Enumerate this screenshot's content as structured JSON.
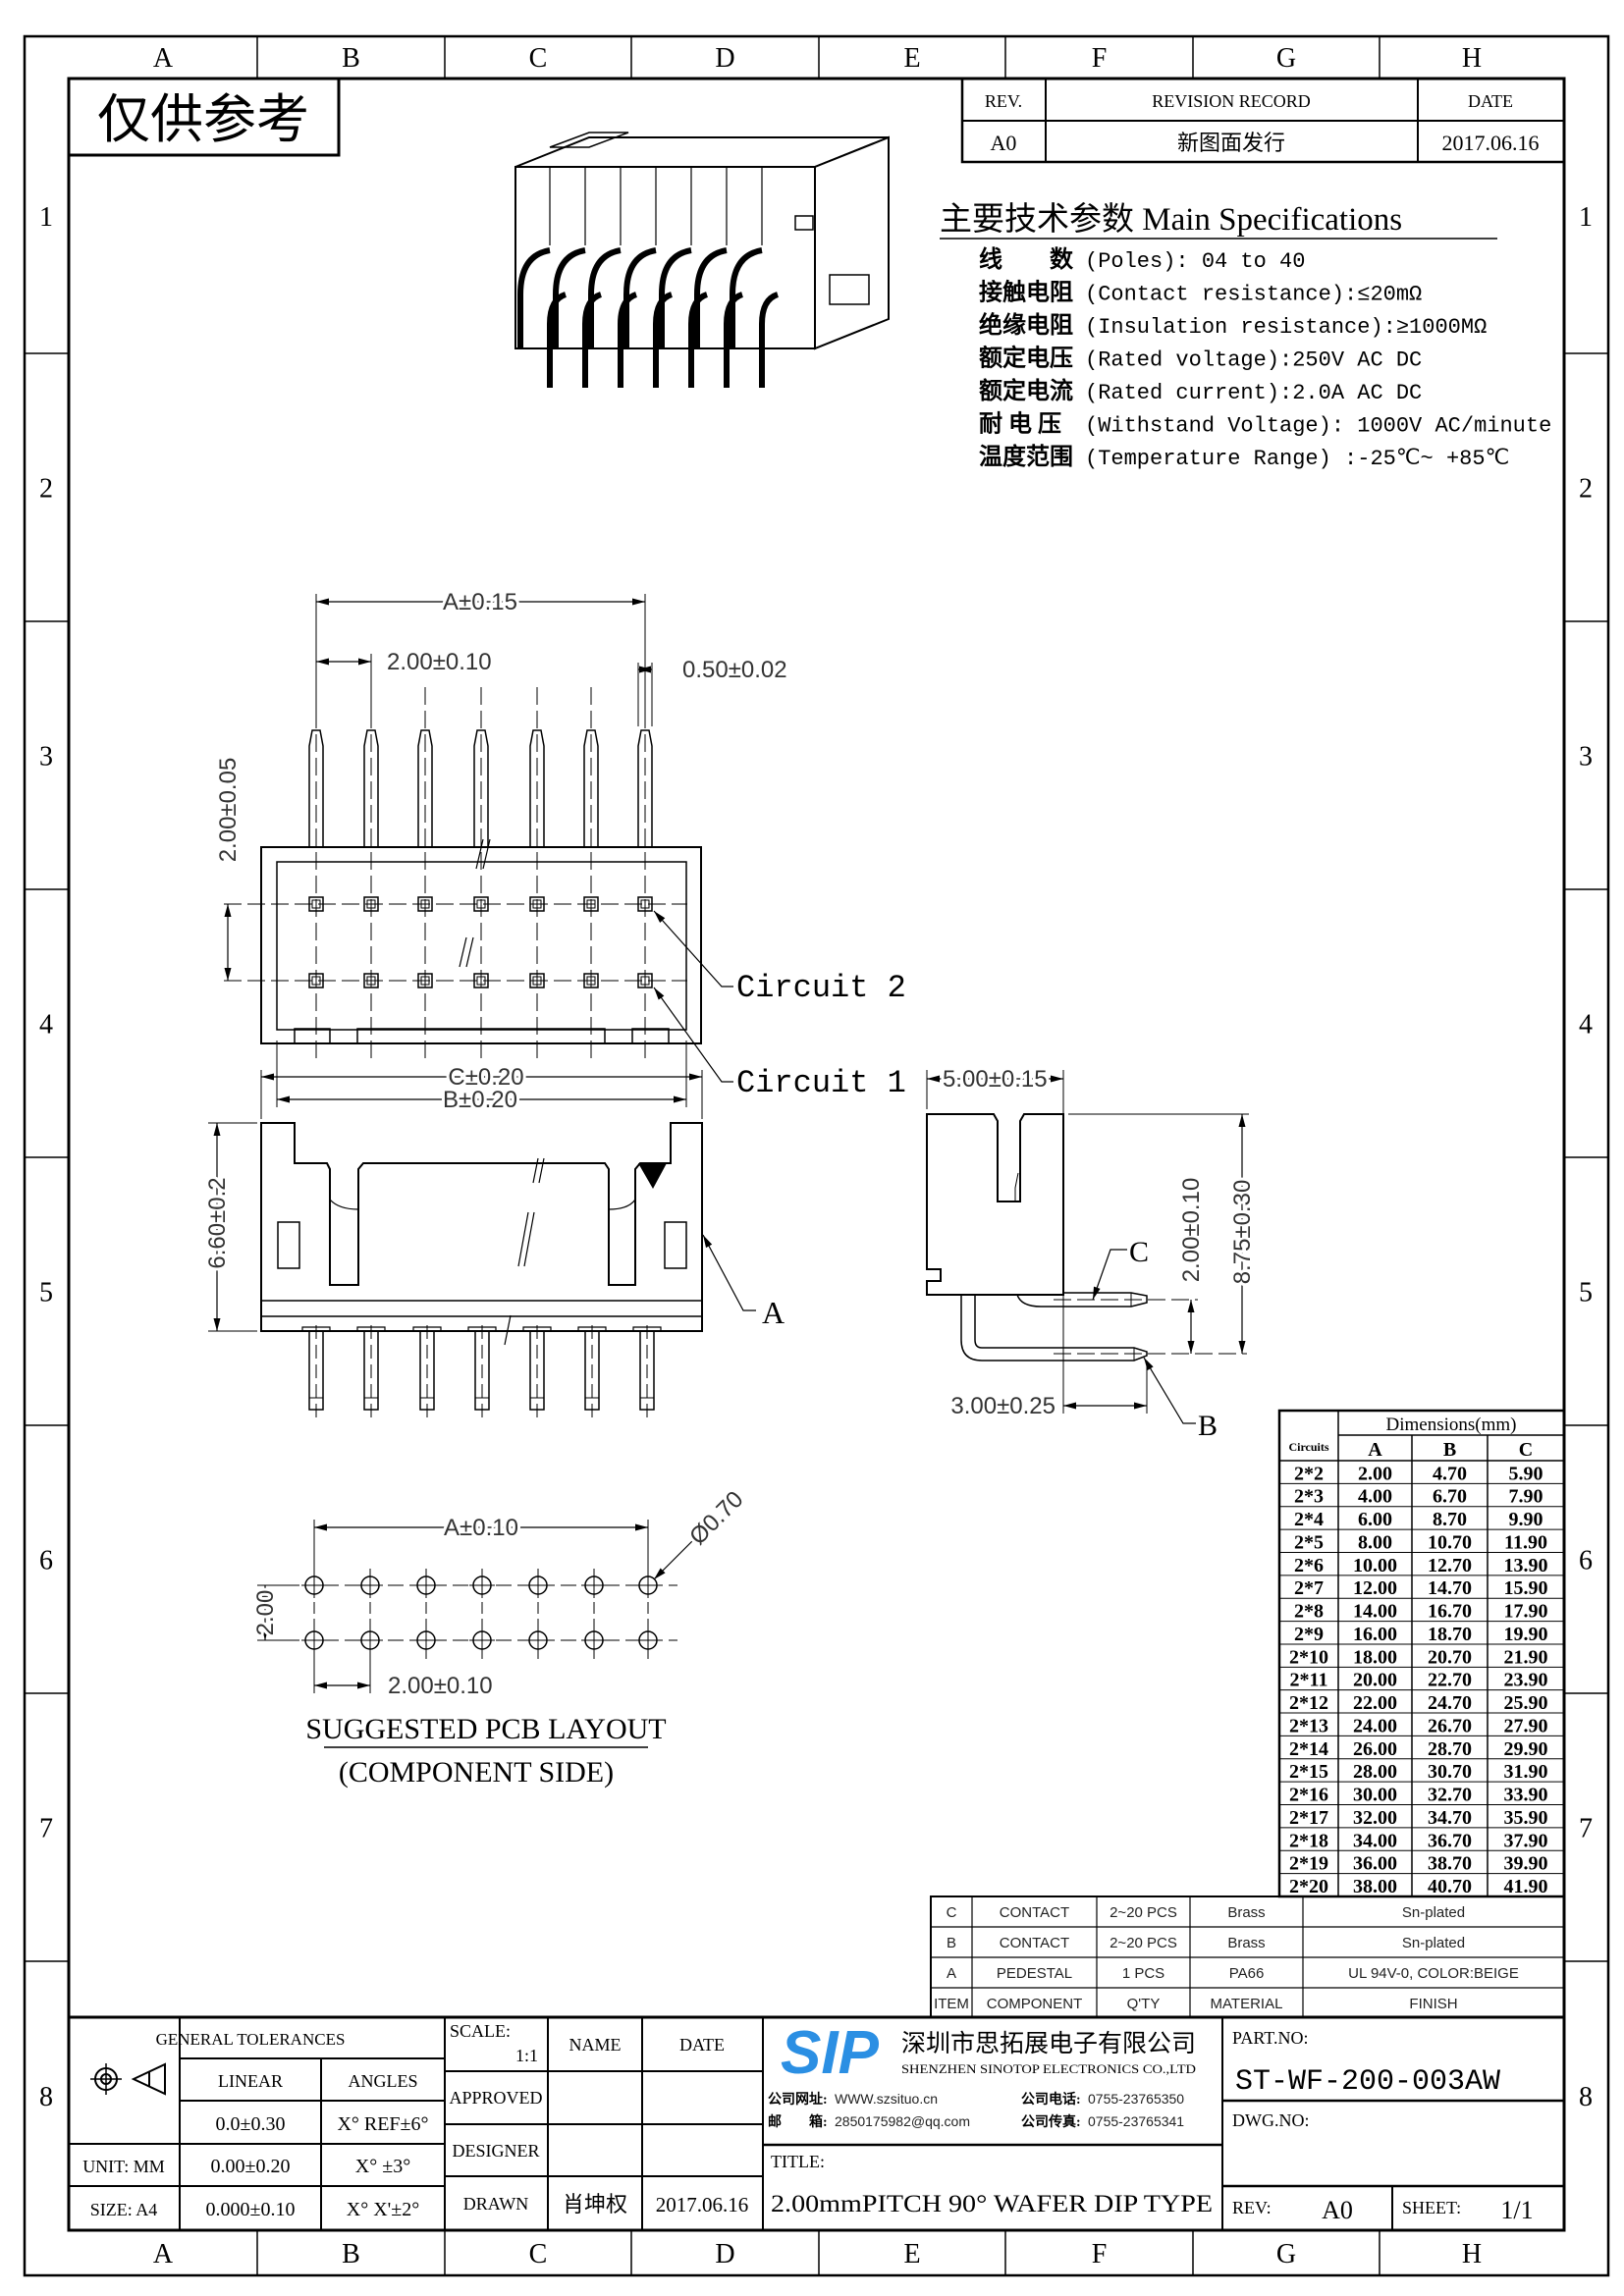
{
  "sheet": {
    "col_labels": [
      "A",
      "B",
      "C",
      "D",
      "E",
      "F",
      "G",
      "H"
    ],
    "row_labels": [
      "1",
      "2",
      "3",
      "4",
      "5",
      "6",
      "7",
      "8"
    ],
    "stamp": "仅供参考"
  },
  "revision": {
    "headers": [
      "REV.",
      "REVISION RECORD",
      "DATE"
    ],
    "row": [
      "A0",
      "新图面发行",
      "2017.06.16"
    ]
  },
  "specs": {
    "title": "主要技术参数 Main Specifications",
    "items": [
      {
        "label": "线　　数",
        "value": "(Poles): 04 to 40"
      },
      {
        "label": "接触电阻",
        "value": "(Contact resistance):≤20mΩ"
      },
      {
        "label": "绝缘电阻",
        "value": "(Insulation resistance):≥1000MΩ"
      },
      {
        "label": "额定电压",
        "value": "(Rated voltage):250V AC DC"
      },
      {
        "label": "额定电流",
        "value": "(Rated current):2.0A AC DC"
      },
      {
        "label": "耐 电 压",
        "value": "(Withstand Voltage): 1000V AC/minute"
      },
      {
        "label": "温度范围",
        "value": "(Temperature Range) :-25℃~ +85℃"
      }
    ]
  },
  "top_view": {
    "dim_a": "A±0.15",
    "dim_pitch": "2.00±0.10",
    "dim_pin": "0.50±0.02",
    "dim_row": "2.00±0.05",
    "dim_b": "B±0.20",
    "circuit2": "Circuit 2",
    "circuit1": "Circuit 1"
  },
  "front_view": {
    "dim_c": "C±0.20",
    "dim_h": "6.60±0.2",
    "label_a": "A"
  },
  "side_view": {
    "dim_w": "5.00±0.15",
    "dim_row": "2.00±0.10",
    "dim_h": "8.75±0.30",
    "dim_tail": "3.00±0.25",
    "label_c": "C",
    "label_b": "B"
  },
  "pcb_layout": {
    "dim_a": "A±0.10",
    "dim_hole": "Ø0.70",
    "dim_row": "2.00",
    "dim_pitch": "2.00±0.10",
    "title": "SUGGESTED PCB LAYOUT",
    "subtitle": "(COMPONENT SIDE)"
  },
  "dimensions_table": {
    "circuits_header": "Circuits",
    "title": "Dimensions(mm)",
    "columns": [
      "A",
      "B",
      "C"
    ],
    "rows": [
      [
        "2*2",
        "2.00",
        "4.70",
        "5.90"
      ],
      [
        "2*3",
        "4.00",
        "6.70",
        "7.90"
      ],
      [
        "2*4",
        "6.00",
        "8.70",
        "9.90"
      ],
      [
        "2*5",
        "8.00",
        "10.70",
        "11.90"
      ],
      [
        "2*6",
        "10.00",
        "12.70",
        "13.90"
      ],
      [
        "2*7",
        "12.00",
        "14.70",
        "15.90"
      ],
      [
        "2*8",
        "14.00",
        "16.70",
        "17.90"
      ],
      [
        "2*9",
        "16.00",
        "18.70",
        "19.90"
      ],
      [
        "2*10",
        "18.00",
        "20.70",
        "21.90"
      ],
      [
        "2*11",
        "20.00",
        "22.70",
        "23.90"
      ],
      [
        "2*12",
        "22.00",
        "24.70",
        "25.90"
      ],
      [
        "2*13",
        "24.00",
        "26.70",
        "27.90"
      ],
      [
        "2*14",
        "26.00",
        "28.70",
        "29.90"
      ],
      [
        "2*15",
        "28.00",
        "30.70",
        "31.90"
      ],
      [
        "2*16",
        "30.00",
        "32.70",
        "33.90"
      ],
      [
        "2*17",
        "32.00",
        "34.70",
        "35.90"
      ],
      [
        "2*18",
        "34.00",
        "36.70",
        "37.90"
      ],
      [
        "2*19",
        "36.00",
        "38.70",
        "39.90"
      ],
      [
        "2*20",
        "38.00",
        "40.70",
        "41.90"
      ]
    ]
  },
  "bom": {
    "rows": [
      [
        "C",
        "CONTACT",
        "2~20 PCS",
        "Brass",
        "Sn-plated"
      ],
      [
        "B",
        "CONTACT",
        "2~20 PCS",
        "Brass",
        "Sn-plated"
      ],
      [
        "A",
        "PEDESTAL",
        "1 PCS",
        "PA66",
        "UL 94V-0, COLOR:BEIGE"
      ]
    ],
    "header": [
      "ITEM",
      "COMPONENT",
      "Q'TY",
      "MATERIAL",
      "FINISH"
    ]
  },
  "title_block": {
    "general_tolerances": "GENERAL TOLERANCES",
    "linear": "LINEAR",
    "angles": "ANGLES",
    "tol_rows": [
      [
        "0.0±0.30",
        "X° REF±6°"
      ],
      [
        "0.00±0.20",
        "X° ±3°"
      ],
      [
        "0.000±0.10",
        "X° X'±2°"
      ]
    ],
    "unit": "UNIT: MM",
    "size": "SIZE: A4",
    "scale_label": "SCALE:",
    "scale_value": "1:1",
    "name_header": "NAME",
    "date_header": "DATE",
    "approved": "APPROVED",
    "designer": "DESIGNER",
    "drawn": "DRAWN",
    "drawn_name": "肖坤权",
    "drawn_date": "2017.06.16",
    "logo_text": "SIP",
    "logo_color": "#2b8fe3",
    "company_cn": "深圳市思拓展电子有限公司",
    "company_en": "SHENZHEN SINOTOP ELECTRONICS CO.,LTD",
    "website_label": "公司网址:",
    "website": "WWW.szsituo.cn",
    "phone_label": "公司电话:",
    "phone": "0755-23765350",
    "email_label": "邮　　箱:",
    "email": "2850175982@qq.com",
    "fax_label": "公司传真:",
    "fax": "0755-23765341",
    "title_label": "TITLE:",
    "title": "2.00mmPITCH 90° WAFER DIP TYPE",
    "part_no_label": "PART.NO:",
    "part_no": "ST-WF-200-003AW",
    "dwg_no_label": "DWG.NO:",
    "rev_label": "REV:",
    "rev": "A0",
    "sheet_label": "SHEET:",
    "sheet": "1/1"
  }
}
